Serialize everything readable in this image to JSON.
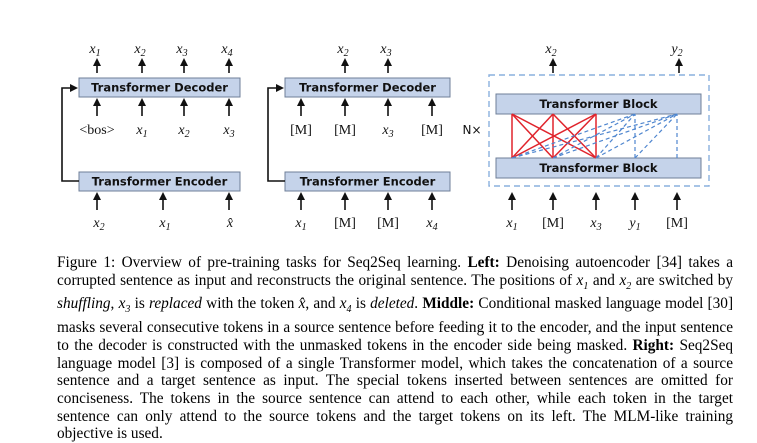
{
  "figure": {
    "left": {
      "decoder_label": "Transformer Decoder",
      "encoder_label": "Transformer Encoder",
      "decoder_outputs": [
        "x1",
        "x2",
        "x3",
        "x4"
      ],
      "decoder_inputs": [
        "<bos>",
        "x1",
        "x2",
        "x3"
      ],
      "encoder_inputs": [
        "x2",
        "x1",
        "x̂"
      ]
    },
    "middle": {
      "decoder_label": "Transformer Decoder",
      "encoder_label": "Transformer Encoder",
      "decoder_outputs": [
        "x2",
        "x3"
      ],
      "decoder_inputs": [
        "[M]",
        "[M]",
        "x3",
        "[M]"
      ],
      "encoder_inputs": [
        "x1",
        "[M]",
        "[M]",
        "x4"
      ]
    },
    "right": {
      "block_label": "Transformer Block",
      "repeat_label": "N×",
      "outputs": [
        "x2",
        "y2"
      ],
      "inputs": [
        "x1",
        "[M]",
        "x3",
        "y1",
        "[M]"
      ]
    },
    "colors": {
      "box_fill": "#c5d3ea",
      "box_stroke": "#6f7f98",
      "red": "#e0242c",
      "blue": "#4f86cf",
      "dash": "#8ab0de"
    }
  },
  "caption": {
    "label": "Figure 1:",
    "intro": "Overview of pre-training tasks for Seq2Seq learning.",
    "left_label": "Left:",
    "left_a": "Denoising autoencoder [34] takes a corrupted sentence as input and reconstructs the original sentence. The positions of",
    "and_text": "and",
    "switched": "are switched by",
    "shuffling": "shuffling",
    "x3_is": "is",
    "replaced": "replaced",
    "with_token": "with the token",
    "x4_and": ", and",
    "is_text": "is",
    "deleted": "deleted",
    "middle_label": "Middle:",
    "middle_text": "Conditional masked language model [30] masks several consecutive tokens in a source sentence before feeding it to the encoder, and the input sentence to the decoder is constructed with the unmasked tokens in the encoder side being masked.",
    "right_label": "Right:",
    "right_text": "Seq2Seq language model [3] is composed of a single Transformer model, which takes the concatenation of a source sentence and a target sentence as input. The special tokens inserted between sentences are omitted for conciseness. The tokens in the source sentence can attend to each other, while each token in the target sentence can only attend to the source tokens and the target tokens on its left. The MLM-like training objective is used."
  }
}
